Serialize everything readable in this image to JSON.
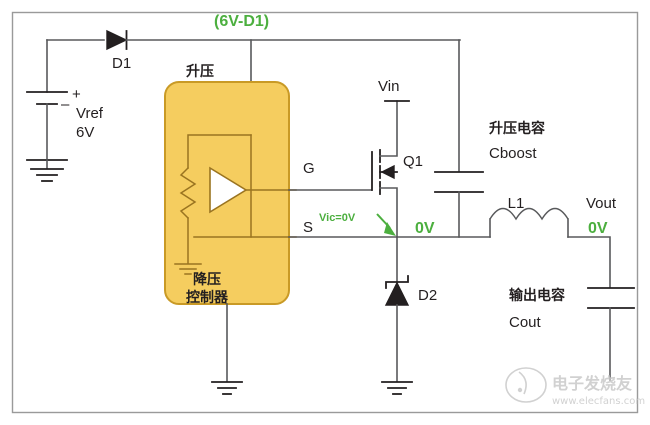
{
  "diagram": {
    "title_internal": "Buck controller with bootstrap circuit",
    "frame_color": "#9a9a9a",
    "controller_fill": "#f5cd5f",
    "controller_border": "#c99a26",
    "wire_color": "#58595b",
    "annotation_color": "#4caf3f"
  },
  "labels": {
    "node_6v_d1": "(6V-D1)",
    "d1": "D1",
    "vref_plus": "+",
    "vref_minus": "–",
    "vref_name": "Vref",
    "vref_value": "6V",
    "boost_cn": "升压",
    "controller_cn_line1": "降压",
    "controller_cn_line2": "控制器",
    "pin_g": "G",
    "pin_s": "S",
    "vin": "Vin",
    "q1": "Q1",
    "cboost_cn": "升压电容",
    "cboost": "Cboost",
    "vic": "Vic=0V",
    "sw_node_0v": "0V",
    "l1": "L1",
    "vout": "Vout",
    "vout_0v": "0V",
    "d2": "D2",
    "cout_cn": "输出电容",
    "cout": "Cout"
  },
  "watermark": {
    "brand_cn": "电子发烧友",
    "url": "www.elecfans.com"
  }
}
